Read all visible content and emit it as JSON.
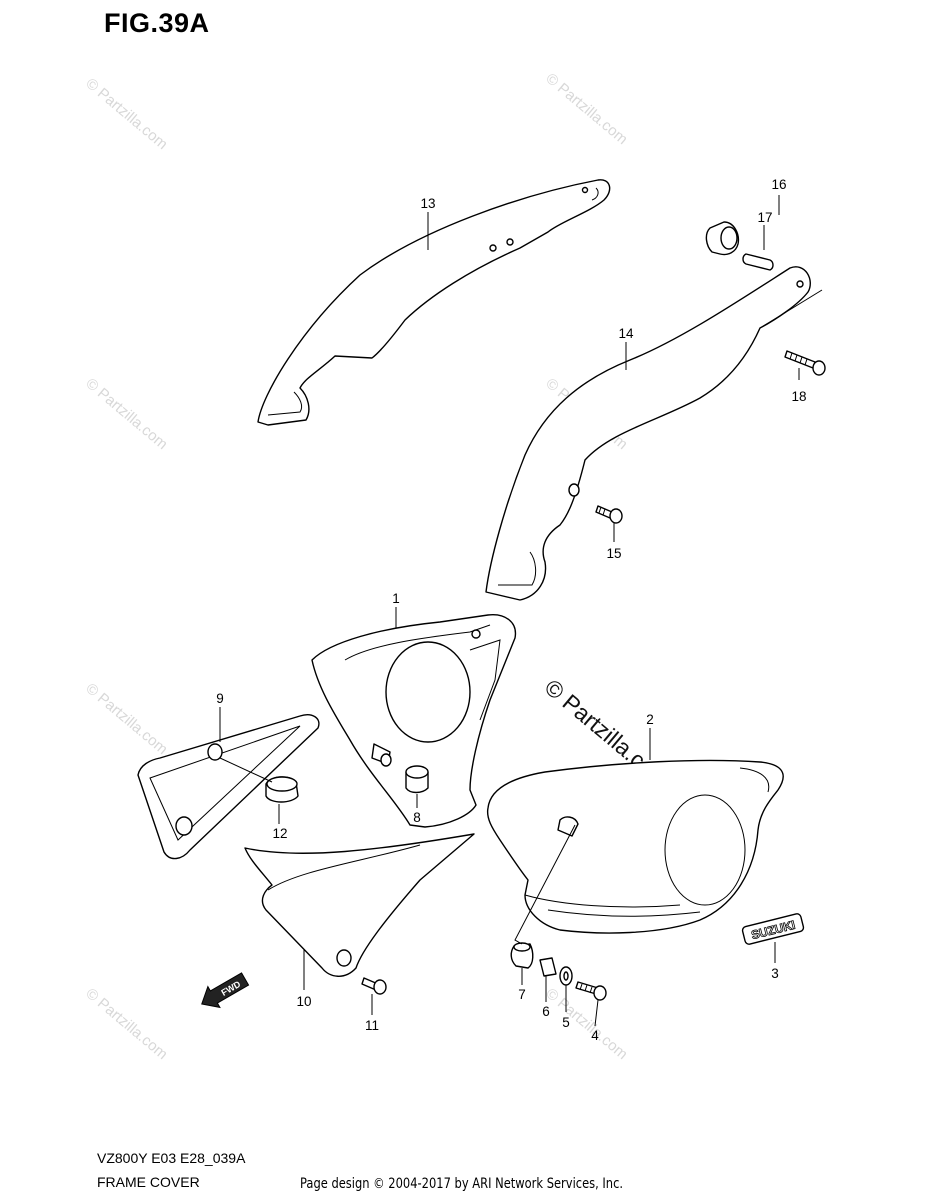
{
  "header": {
    "figure_label": "FIG.39A"
  },
  "callouts": [
    {
      "id": "c1",
      "text": "1"
    },
    {
      "id": "c2",
      "text": "2"
    },
    {
      "id": "c3",
      "text": "3"
    },
    {
      "id": "c4",
      "text": "4"
    },
    {
      "id": "c5",
      "text": "5"
    },
    {
      "id": "c6",
      "text": "6"
    },
    {
      "id": "c7",
      "text": "7"
    },
    {
      "id": "c8",
      "text": "8"
    },
    {
      "id": "c9",
      "text": "9"
    },
    {
      "id": "c10",
      "text": "10"
    },
    {
      "id": "c11",
      "text": "11"
    },
    {
      "id": "c12",
      "text": "12"
    },
    {
      "id": "c13",
      "text": "13"
    },
    {
      "id": "c14",
      "text": "14"
    },
    {
      "id": "c15",
      "text": "15"
    },
    {
      "id": "c16",
      "text": "16"
    },
    {
      "id": "c17",
      "text": "17"
    },
    {
      "id": "c18",
      "text": "18"
    }
  ],
  "watermark": {
    "text": "© Partzilla.com",
    "center_text": "© Partzilla.com"
  },
  "labels": {
    "emblem": "SUZUKI",
    "fwd_arrow": "FWD"
  },
  "footer": {
    "model": "VZ800Y E03 E28_039A",
    "caption": "FRAME COVER",
    "credit": "Page design © 2004-2017 by ARI Network Services, Inc."
  }
}
